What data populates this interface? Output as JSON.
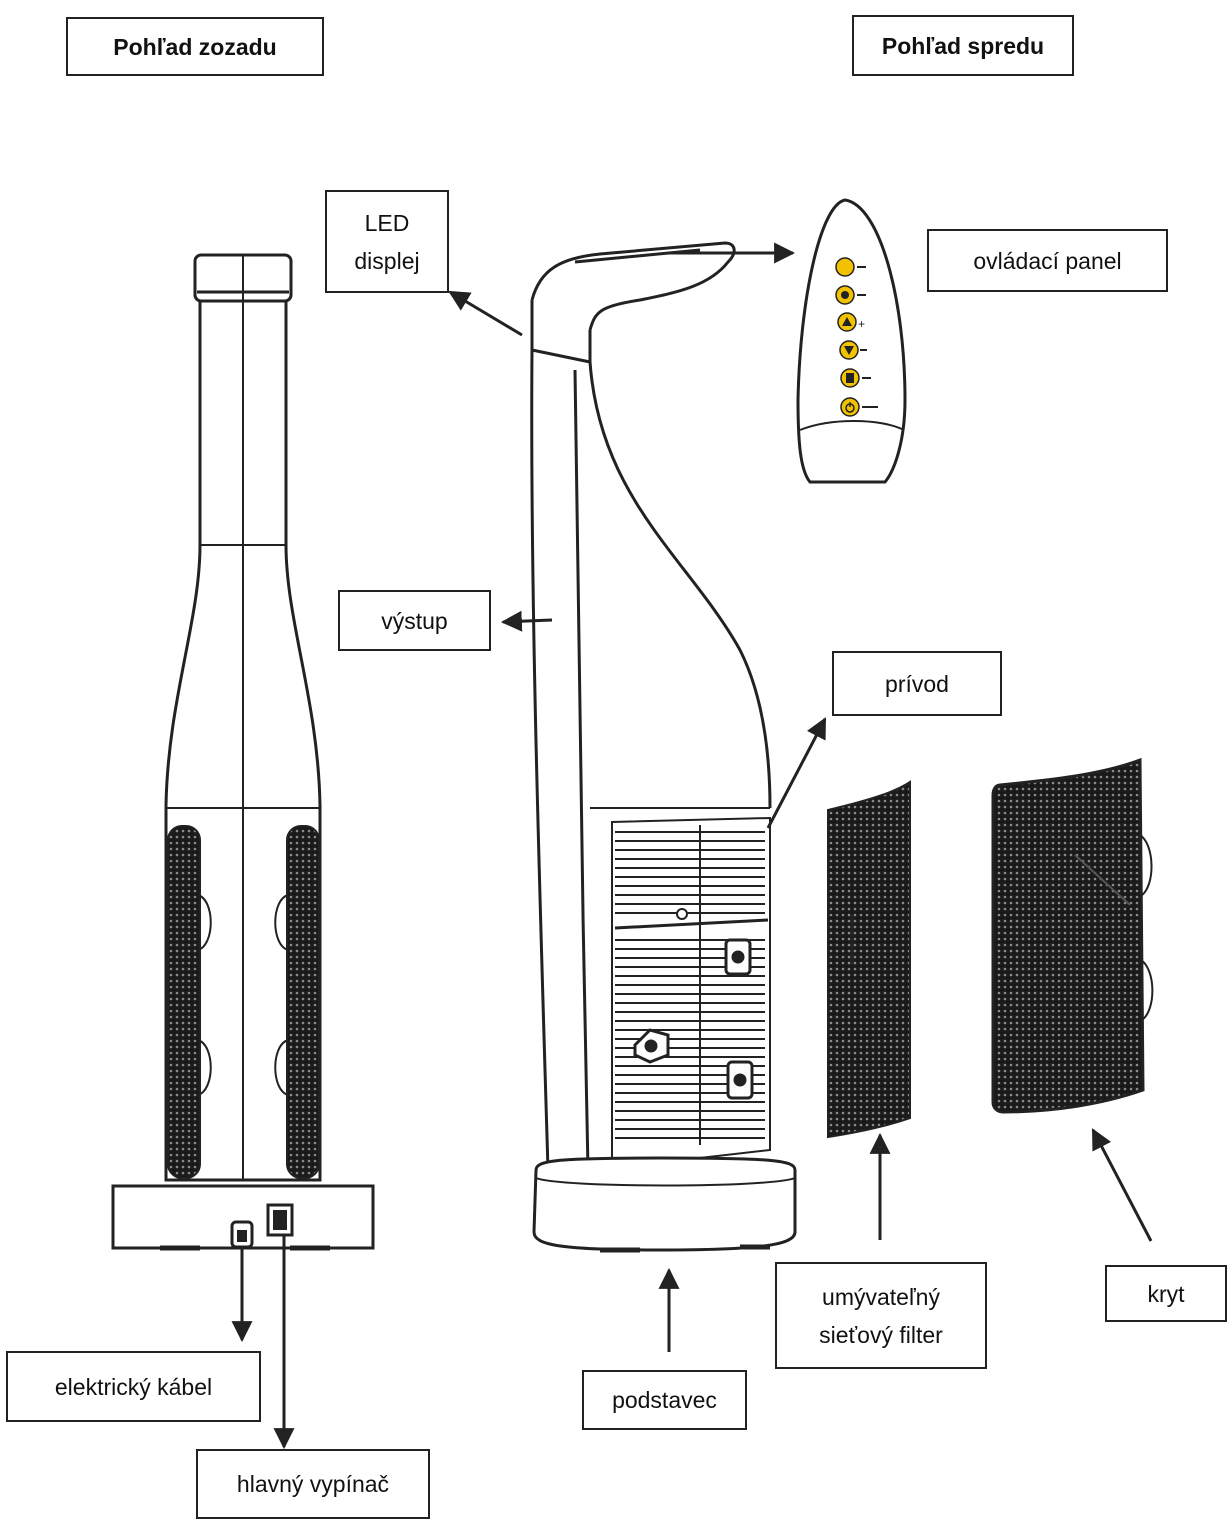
{
  "headers": {
    "rear_view": "Pohľad zozadu",
    "front_view": "Pohľad spredu"
  },
  "labels": {
    "led_display": [
      "LED",
      "displej"
    ],
    "control_panel": "ovládací panel",
    "outlet": "výstup",
    "inlet": "prívod",
    "power_cable": "elektrický kábel",
    "main_switch": "hlavný vypínač",
    "base": "podstavec",
    "washable_filter": [
      "umývateľný",
      "sieťový filter"
    ],
    "cover": "kryt"
  },
  "colors": {
    "line": "#222222",
    "control_button": "#f2c200"
  }
}
